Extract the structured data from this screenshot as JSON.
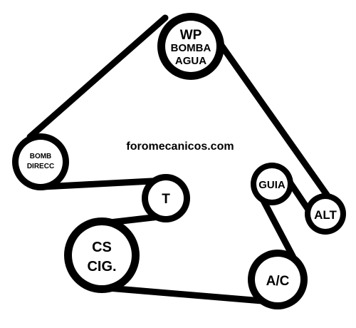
{
  "watermark": "foromecanicos.com",
  "colors": {
    "belt": "#000000",
    "pulley_face": "#ffffff",
    "background": "#ffffff"
  },
  "pulleys": {
    "wp": {
      "lines": [
        "WP",
        "BOMBA",
        "AGUA"
      ]
    },
    "bomb": {
      "lines": [
        "BOMB",
        "DIRECC"
      ]
    },
    "t": {
      "lines": [
        "T"
      ]
    },
    "cs": {
      "lines": [
        "CS",
        "CIG."
      ]
    },
    "ac": {
      "lines": [
        "A/C"
      ]
    },
    "guia": {
      "lines": [
        "GUIA"
      ]
    },
    "alt": {
      "lines": [
        "ALT"
      ]
    }
  }
}
